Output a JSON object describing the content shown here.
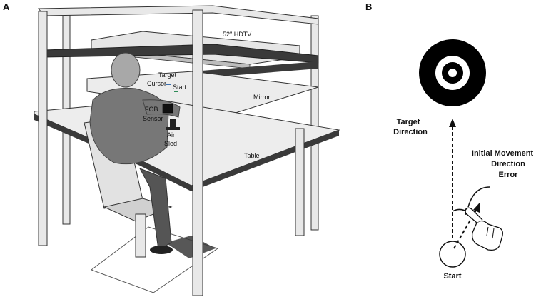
{
  "panel_a": {
    "letter": "A",
    "labels": {
      "hdtv": "52\" HDTV",
      "target": "Target",
      "cursor": "Cursor",
      "start": "Start",
      "mirror": "Mirror",
      "fob_line1": "FOB",
      "fob_line2": "Sensor",
      "air_line1": "Air",
      "air_line2": "Sled",
      "table": "Table"
    }
  },
  "panel_b": {
    "letter": "B",
    "labels": {
      "target_dir_line1": "Target",
      "target_dir_line2": "Direction",
      "imde_line1": "Initial Movement",
      "imde_line2": "Direction",
      "imde_line3": "Error",
      "start": "Start"
    }
  },
  "colors": {
    "frame": "#e8e8e8",
    "frame_stroke": "#333333",
    "shelf_dark": "#3a3a3a",
    "target_black": "#000000",
    "cursor_green": "#2e8b57",
    "cursor_blue": "#3a6fb0"
  }
}
